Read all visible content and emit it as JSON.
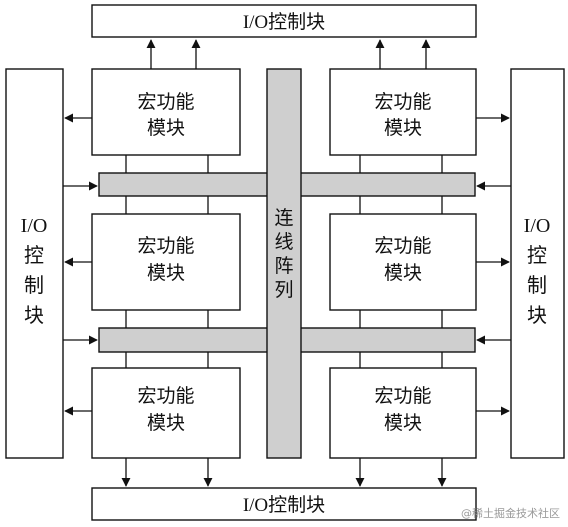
{
  "diagram": {
    "io_block_label": "I/O控制块",
    "io_side_lines": [
      "I/O",
      "控",
      "制",
      "块"
    ],
    "macro_block_lines": [
      "宏功能",
      "模块"
    ],
    "interconnect_lines": [
      "连",
      "线",
      "阵",
      "列"
    ],
    "colors": {
      "stroke": "#111111",
      "bar_fill": "#cfcfcf",
      "box_fill": "#ffffff"
    }
  },
  "watermark": "@稀土掘金技术社区"
}
